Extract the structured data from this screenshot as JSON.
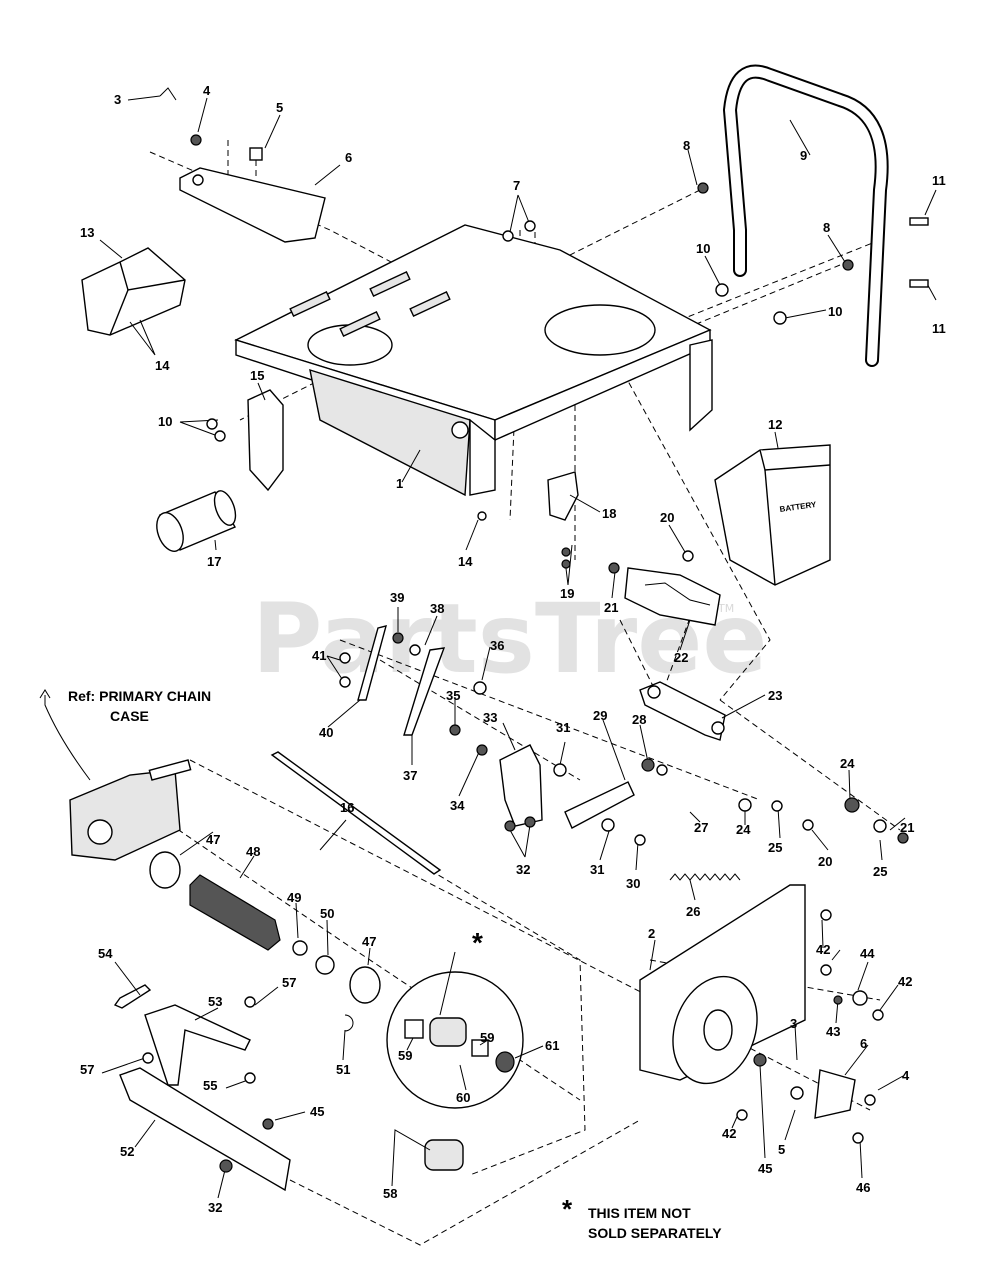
{
  "watermark": {
    "text": "PartsTree",
    "trademark": "TM"
  },
  "reference": {
    "line1": "Ref: PRIMARY CHAIN",
    "line2": "CASE"
  },
  "battery_label": "BATTERY",
  "note": {
    "asterisk": "*",
    "line1": "THIS ITEM NOT",
    "line2": "SOLD SEPARATELY"
  },
  "detail_marker": "*",
  "part_numbers": {
    "p1": "1",
    "p2": "2",
    "p3a": "3",
    "p3b": "3",
    "p4a": "4",
    "p4b": "4",
    "p5a": "5",
    "p5b": "5",
    "p6a": "6",
    "p6b": "6",
    "p7": "7",
    "p8a": "8",
    "p8b": "8",
    "p9": "9",
    "p10a": "10",
    "p10b": "10",
    "p10c": "10",
    "p11a": "11",
    "p11b": "11",
    "p12": "12",
    "p13": "13",
    "p14a": "14",
    "p14b": "14",
    "p15": "15",
    "p16": "16",
    "p17": "17",
    "p18": "18",
    "p19": "19",
    "p20a": "20",
    "p20b": "20",
    "p21a": "21",
    "p21b": "21",
    "p22": "22",
    "p23": "23",
    "p24a": "24",
    "p24b": "24",
    "p25a": "25",
    "p25b": "25",
    "p26": "26",
    "p27": "27",
    "p28": "28",
    "p29": "29",
    "p30": "30",
    "p31a": "31",
    "p31b": "31",
    "p32a": "32",
    "p32b": "32",
    "p33": "33",
    "p34": "34",
    "p35": "35",
    "p36": "36",
    "p37": "37",
    "p38": "38",
    "p39": "39",
    "p40": "40",
    "p41": "41",
    "p42a": "42",
    "p42b": "42",
    "p42c": "42",
    "p43": "43",
    "p44": "44",
    "p45a": "45",
    "p45b": "45",
    "p46": "46",
    "p47a": "47",
    "p47b": "47",
    "p48": "48",
    "p49": "49",
    "p50": "50",
    "p51": "51",
    "p52": "52",
    "p53": "53",
    "p54": "54",
    "p55": "55",
    "p57a": "57",
    "p57b": "57",
    "p58": "58",
    "p59a": "59",
    "p59b": "59",
    "p60": "60",
    "p61": "61"
  }
}
